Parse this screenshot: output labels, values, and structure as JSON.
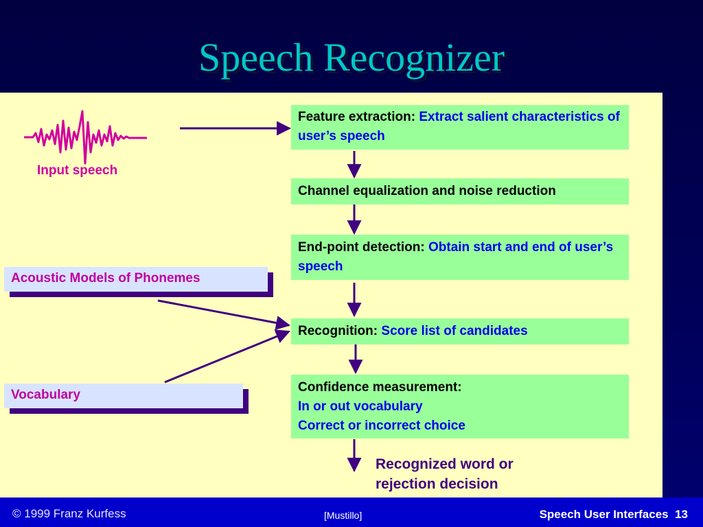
{
  "slide": {
    "title": "Speech Recognizer"
  },
  "input": {
    "label": "Input speech"
  },
  "side_boxes": {
    "acoustic": "Acoustic Models of Phonemes",
    "vocabulary": "Vocabulary"
  },
  "steps": [
    {
      "label": "Feature extraction:",
      "detail": "Extract salient characteristics of user’s speech"
    },
    {
      "label": "Channel equalization and noise reduction",
      "detail": ""
    },
    {
      "label": "End-point detection:",
      "detail": "Obtain start and end of user’s speech"
    },
    {
      "label": "Recognition:",
      "detail": "Score list of candidates"
    },
    {
      "label": "Confidence measurement:",
      "detail_line1": "In or out vocabulary",
      "detail_line2": "Correct or incorrect choice"
    }
  ],
  "result": {
    "line1": "Recognized word or",
    "line2": "rejection decision"
  },
  "footer": {
    "copyright": "© 1999 Franz Kurfess",
    "source": "[Mustillo]",
    "course": "Speech User Interfaces",
    "page": "13"
  },
  "colors": {
    "background": "#000050",
    "content": "#ffffc0",
    "step_box": "#99ff99",
    "side_box": "#d8e4ff",
    "arrow": "#400080",
    "waveform": "#d000a0",
    "title": "#00c8c8",
    "footer": "#0000cc"
  }
}
